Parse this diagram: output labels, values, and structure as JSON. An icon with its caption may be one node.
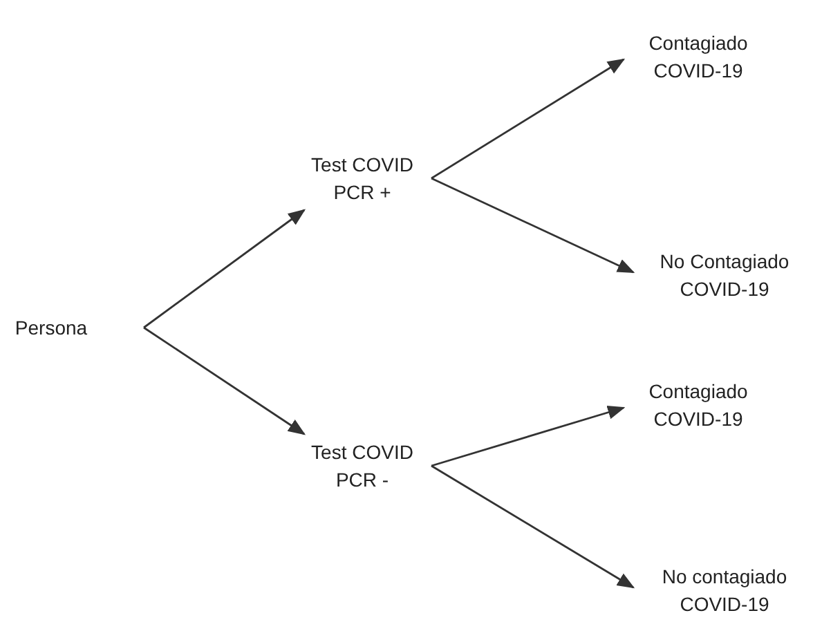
{
  "diagram": {
    "nodes": [
      {
        "text": [
          "Persona"
        ]
      },
      {
        "text": [
          "Test COVID PCR +"
        ]
      },
      {
        "text": [
          "Contagiado COVID-19"
        ]
      },
      {
        "text": [
          "No Contagiado COVID-19"
        ]
      },
      {
        "text": [
          "Test COVID PCR -"
        ]
      },
      {
        "text": [
          "Contagiado COVID-19"
        ]
      },
      {
        "text": [
          "No contagiado COVID-19"
        ]
      }
    ],
    "edges": [
      {
        "from": 0,
        "to": 1,
        "arrow": "to"
      },
      {
        "from": 1,
        "to": 2,
        "arrow": "to"
      },
      {
        "from": 1,
        "to": 3,
        "arrow": "to"
      },
      {
        "from": 0,
        "to": 4,
        "arrow": "to"
      },
      {
        "from": 4,
        "to": 5,
        "arrow": "to"
      },
      {
        "from": 4,
        "to": 6,
        "arrow": "to"
      }
    ]
  }
}
